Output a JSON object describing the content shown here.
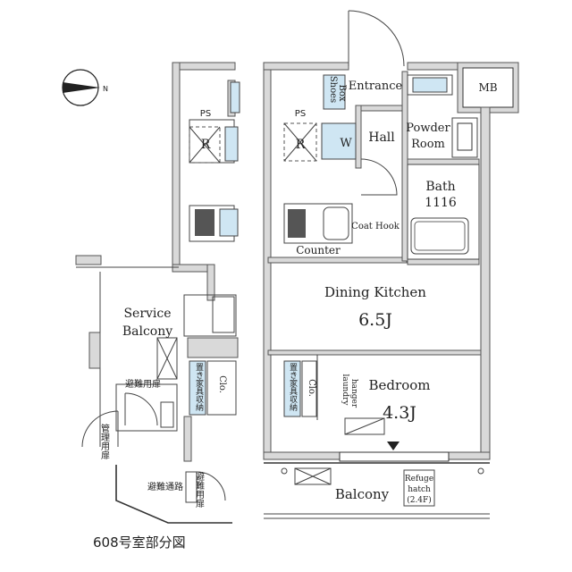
{
  "rooms": {
    "dining_kitchen": {
      "name": "Dining Kitchen",
      "size": "6.5J"
    },
    "bedroom": {
      "name": "Bedroom",
      "size": "4.3J"
    },
    "balcony": "Balcony",
    "service_balcony_line1": "Service",
    "service_balcony_line2": "Balcony",
    "hall": "Hall",
    "entrance": "Entrance",
    "powder_line1": "Powder",
    "powder_line2": "Room",
    "bath_line1": "Bath",
    "bath_line2": "1116",
    "mb": "MB"
  },
  "fixtures": {
    "ps_left": "PS",
    "ps_right": "PS",
    "r_left": "R",
    "r_right": "R",
    "w": "W",
    "shoes_line1": "Shoes",
    "shoes_line2": "Box",
    "coat_hook": "Coat Hook",
    "counter": "Counter",
    "clo_left": "Clo.",
    "clo_right": "Clo.",
    "furniture_storage_left": "置き家具収納",
    "furniture_storage_right": "置き家具収納",
    "laundry_line1": "laundry",
    "laundry_line2": "hanger",
    "refuge_line1": "Refuge",
    "refuge_line2": "hatch",
    "refuge_line3": "(2.4F)"
  },
  "japanese": {
    "evac_door": "避難用扉",
    "mgmt_door": "管理用扉",
    "evac_path": "避難通路",
    "evac_door2": "避難用扉"
  },
  "compass": {
    "north_label": "N"
  },
  "caption": "608号室部分図"
}
